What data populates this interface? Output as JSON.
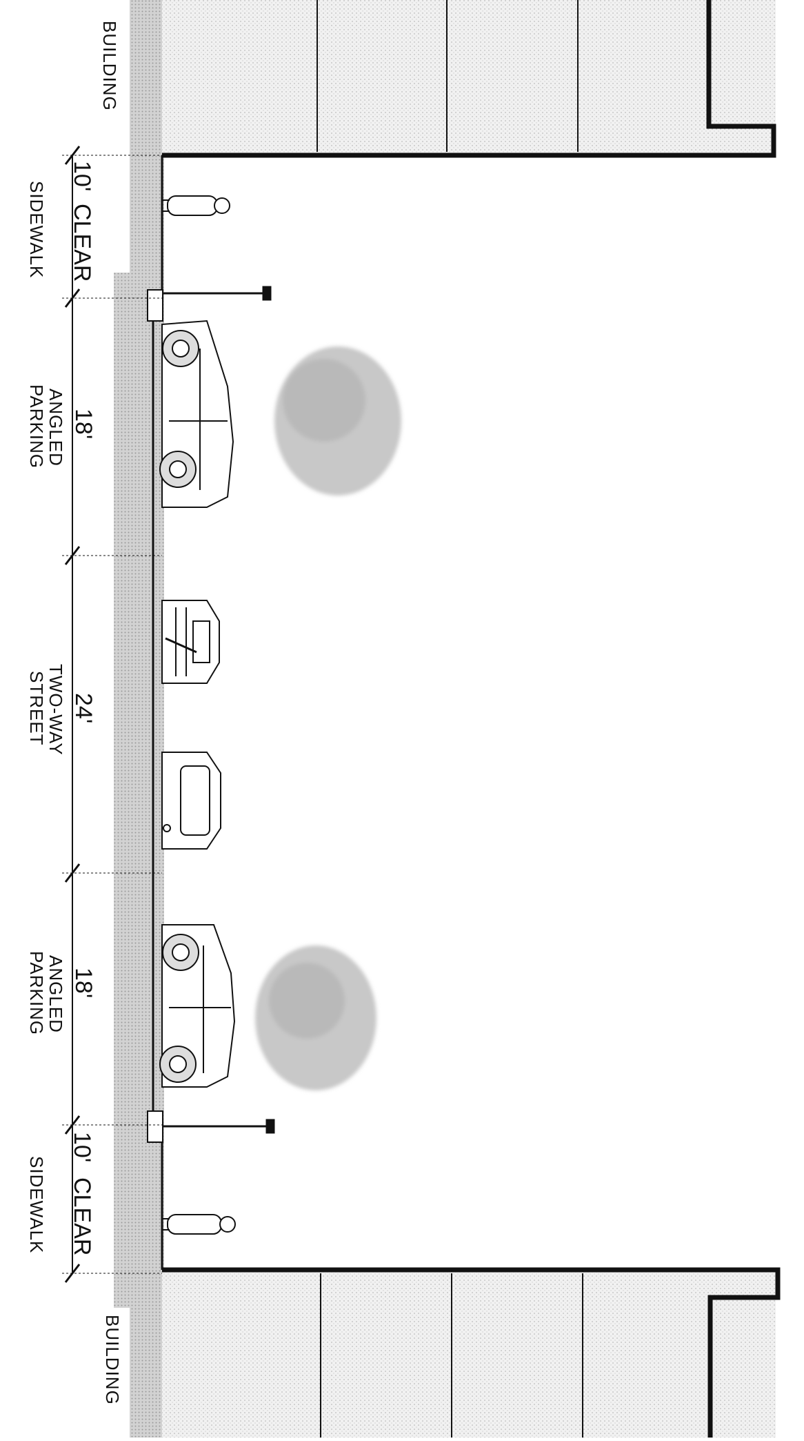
{
  "colors": {
    "ink": "#111111",
    "stipple": "#c9c9c9",
    "ground": "#b0b0b0",
    "tree": "#bdbdbd"
  },
  "section": {
    "top_building": {
      "label": "BUILDING"
    },
    "bottom_building": {
      "label": "BUILDING"
    },
    "zones": [
      {
        "dimension": "10'",
        "label": "CLEAR",
        "label2": "SIDEWALK"
      },
      {
        "dimension": "18'",
        "label": "ANGLED",
        "label2": "PARKING"
      },
      {
        "dimension": "24'",
        "label": "TWO-WAY",
        "label2": "STREET"
      },
      {
        "dimension": "18'",
        "label": "ANGLED",
        "label2": "PARKING"
      },
      {
        "dimension": "10'",
        "label": "CLEAR",
        "label2": "SIDEWALK"
      }
    ]
  },
  "icons": {
    "pedestrian": "pedestrian-icon",
    "street_lamp": "street-lamp-icon",
    "car_side": "car-side-icon",
    "car_front": "car-front-icon",
    "tree": "tree-icon"
  }
}
